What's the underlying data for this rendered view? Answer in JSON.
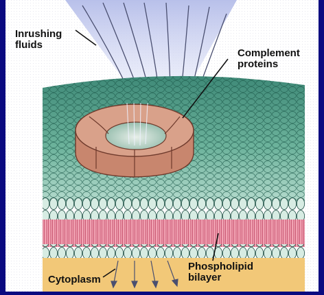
{
  "labels": {
    "inrushing_fluids": "Inrushing\nfluids",
    "complement_proteins": "Complement\nproteins",
    "cytoplasm": "Cytoplasm",
    "phospholipid_bilayer": "Phospholipid\nbilayer"
  },
  "colors": {
    "border": "#0a0a80",
    "panel_background": "#ffffff",
    "membrane_surface": "#5fa58e",
    "lipid_heads_light": "#d8ece3",
    "lipid_tails": "#f0a0b0",
    "cytoplasm": "#f0c878",
    "pore_protein": "#c8866e",
    "fluid_streams": "#c0c8e8"
  }
}
